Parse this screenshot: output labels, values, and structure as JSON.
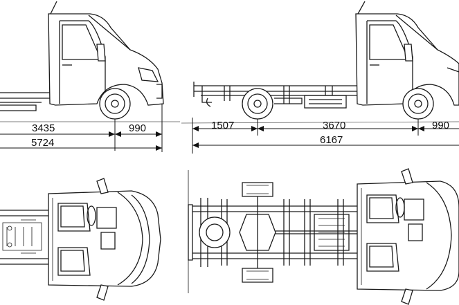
{
  "dimensions": {
    "short": {
      "rear_overhang_to_axle": "3435",
      "front_overhang": "990",
      "overall_length": "5724"
    },
    "long": {
      "rear_overhang": "1507",
      "wheelbase": "3670",
      "front_overhang": "990",
      "overall_length": "6167"
    }
  },
  "colors": {
    "line": "#1a1a1a",
    "background": "#ffffff"
  },
  "icons": [
    "side-view-short-chassis",
    "side-view-long-chassis",
    "top-view-short-chassis",
    "top-view-long-chassis"
  ]
}
